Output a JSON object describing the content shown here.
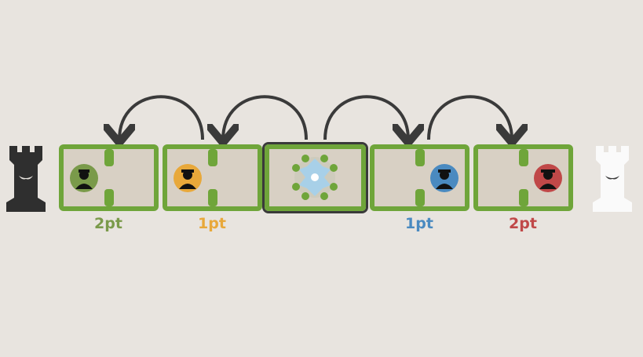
{
  "colors": {
    "background": "#e8e4df",
    "grass": "#6fa53a",
    "paving": "#d8d0c4",
    "arrow": "#3a3a3a",
    "green_player": "#7a9a4a",
    "yellow_player": "#e8a83a",
    "blue_player": "#4a8ac0",
    "red_player": "#c04848"
  },
  "players": {
    "left": "black-rook",
    "right": "white-rook"
  },
  "tiles": [
    {
      "id": "tile-1",
      "occupant": "green-officer-icon",
      "score_label": "2pt"
    },
    {
      "id": "tile-2",
      "occupant": "yellow-officer-icon",
      "score_label": "1pt"
    },
    {
      "id": "tile-3",
      "occupant": "fountain-icon",
      "score_label": "",
      "selected": true
    },
    {
      "id": "tile-4",
      "occupant": "blue-officer-icon",
      "score_label": "1pt"
    },
    {
      "id": "tile-5",
      "occupant": "red-officer-icon",
      "score_label": "2pt"
    }
  ],
  "labels": {
    "tile1": "2pt",
    "tile2": "1pt",
    "tile4": "1pt",
    "tile5": "2pt"
  }
}
